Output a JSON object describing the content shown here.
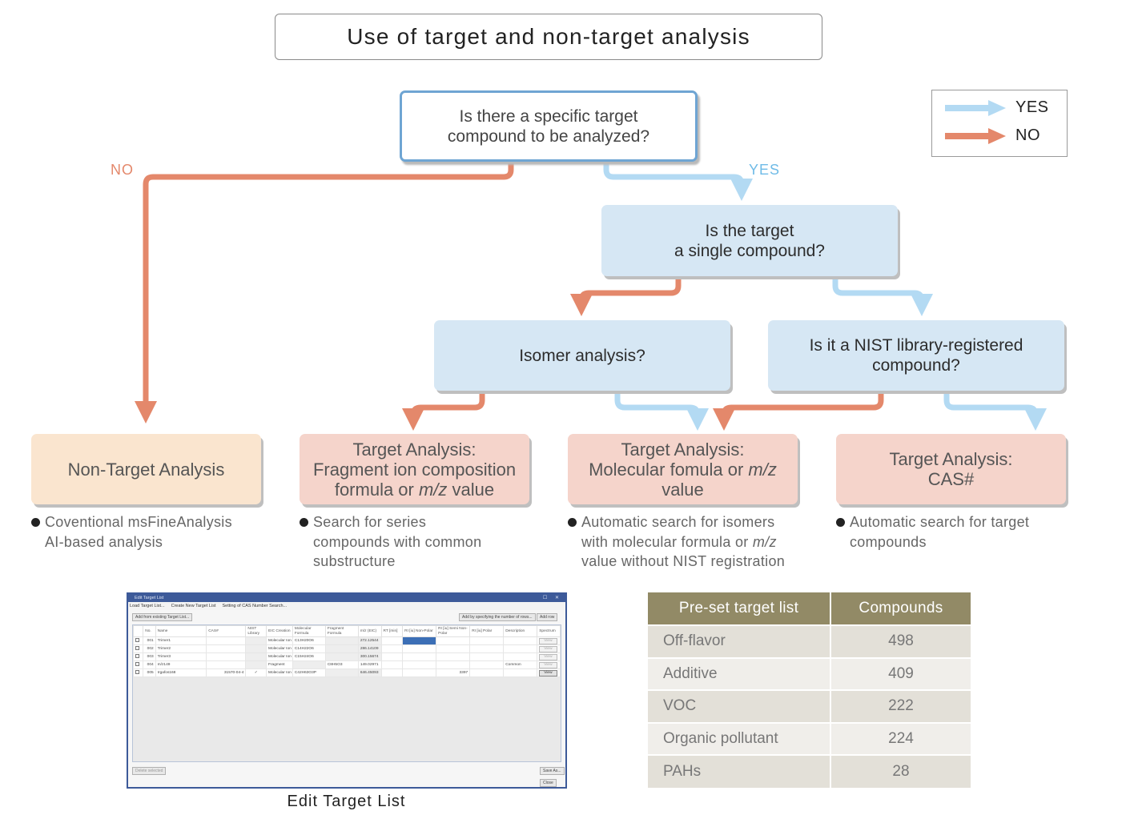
{
  "title": "Use of target and non-target analysis",
  "legend": {
    "items": [
      {
        "label": "YES",
        "color": "#b3daf3"
      },
      {
        "label": "NO",
        "color": "#e4886b"
      }
    ]
  },
  "colors": {
    "yes": "#b3daf3",
    "no": "#e4886b",
    "question_border": "#6fa5d3",
    "question_fill": "#d6e7f4",
    "target_fill": "#f5d4cb",
    "nontarget_fill": "#fae5cf",
    "table_header": "#928a66"
  },
  "flow": {
    "q1": {
      "line1": "Is there a specific target",
      "line2": "compound to be analyzed?"
    },
    "q1_no_label": "NO",
    "q1_yes_label": "YES",
    "q2": {
      "line1": "Is the target",
      "line2": "a single compound?"
    },
    "q3": {
      "line1": "Isomer analysis?"
    },
    "q4": {
      "line1": "Is it a NIST library-registered",
      "line2": "compound?"
    },
    "r1": {
      "line1": "Non-Target Analysis"
    },
    "r2": {
      "line1": "Target Analysis:",
      "line2": "Fragment ion composition",
      "line3_pre": "formula or ",
      "line3_em": "m/z",
      "line3_post": " value"
    },
    "r3": {
      "line1": "Target Analysis:",
      "line2_pre": "Molecular fomula or ",
      "line2_em": "m/z",
      "line3": "value"
    },
    "r4": {
      "line1": "Target Analysis:",
      "line2": "CAS#"
    }
  },
  "notes": {
    "r1": {
      "line1": "Coventional msFineAnalysis",
      "line2": "AI-based analysis"
    },
    "r2": {
      "line1": "Search for series",
      "line2": "compounds with common",
      "line3": "substructure"
    },
    "r3": {
      "line1": "Automatic search for isomers",
      "line2_pre": "with molecular formula or ",
      "line2_em": "m/z",
      "line3": "value without NIST registration"
    },
    "r4": {
      "line1": "Automatic search for target",
      "line2": "compounds"
    }
  },
  "edit_window": {
    "title": "Edit Target List",
    "controls": "☐ ✕",
    "menu": [
      "Load Target List...",
      "Create New Target List",
      "Setting of CAS Number Search..."
    ],
    "add_from_existing": "Add from existing Target List...",
    "add_by_rows": "Add by specifying the number of rows...",
    "add_row": "Add row",
    "columns": [
      "",
      "No.",
      "Name",
      "CAS#",
      "NIST Library",
      "EIC Creation",
      "Molecular Formula",
      "Fragment Formula",
      "m/z (EIC)",
      "RT [min]",
      "RI [iu] Non-Polar",
      "RI [iu] Semi Non-Polar",
      "RI [iu] Polar",
      "Description",
      "Spectrum"
    ],
    "rows": [
      {
        "no": "001",
        "name": "Trimer1",
        "cas": "",
        "nist": "",
        "eic": "Molecular Ion",
        "mol": "C13H20O6",
        "frag": "",
        "mz": "272.12544",
        "rt": "",
        "ri_np": "",
        "ri_snp": "",
        "ri_p": "",
        "desc": "",
        "spectrum": "View"
      },
      {
        "no": "002",
        "name": "Trimer2",
        "cas": "",
        "nist": "",
        "eic": "Molecular Ion",
        "mol": "C14H22O6",
        "frag": "",
        "mz": "286.14109",
        "rt": "",
        "ri_np": "",
        "ri_snp": "",
        "ri_p": "",
        "desc": "",
        "spectrum": "View"
      },
      {
        "no": "003",
        "name": "Trimer3",
        "cas": "",
        "nist": "",
        "eic": "Molecular Ion",
        "mol": "C15H24O6",
        "frag": "",
        "mz": "300.15674",
        "rt": "",
        "ri_np": "",
        "ri_snp": "",
        "ri_p": "",
        "desc": "",
        "spectrum": "View"
      },
      {
        "no": "004",
        "name": "m/z149",
        "cas": "",
        "nist": "",
        "eic": "Fragment",
        "mol": "",
        "frag": "C8H5O3",
        "mz": "149.02971",
        "rt": "",
        "ri_np": "",
        "ri_snp": "",
        "ri_p": "",
        "desc": "Common",
        "spectrum": "View"
      },
      {
        "no": "005",
        "name": "Irgafos168",
        "cas": "31570-04-4",
        "nist": "✓",
        "eic": "Molecular Ion",
        "mol": "C42H63O3P",
        "frag": "",
        "mz": "646.45093",
        "rt": "",
        "ri_np": "",
        "ri_snp": "3397",
        "ri_p": "",
        "desc": "",
        "spectrum": "View"
      }
    ],
    "delete_selected": "Delete selected",
    "save_as": "Save As...",
    "close": "Close"
  },
  "edit_caption": "Edit Target List",
  "preset_table": {
    "headers": [
      "Pre-set target list",
      "Compounds"
    ],
    "rows": [
      {
        "name": "Off-flavor",
        "count": "498"
      },
      {
        "name": "Additive",
        "count": "409"
      },
      {
        "name": "VOC",
        "count": "222"
      },
      {
        "name": "Organic pollutant",
        "count": "224"
      },
      {
        "name": "PAHs",
        "count": "28"
      }
    ]
  }
}
